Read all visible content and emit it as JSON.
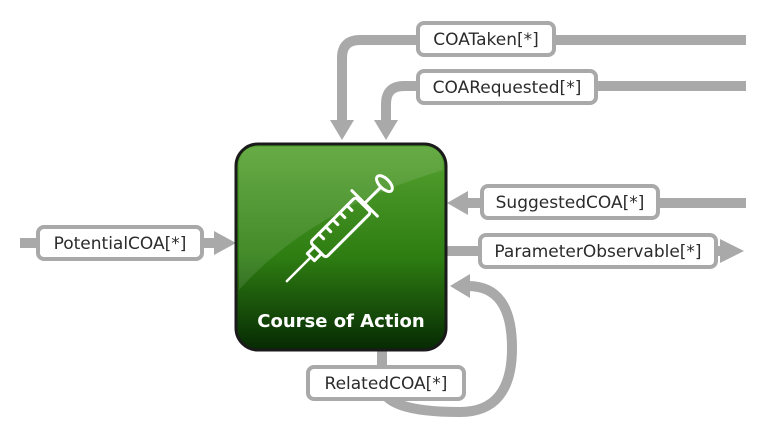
{
  "node": {
    "title": "Course of Action",
    "icon": "syringe-icon",
    "colors": {
      "top": "#57a332",
      "mid": "#2e7d12",
      "bottom": "#062a03",
      "border": "#1a1a1a"
    }
  },
  "connector_color": "#a9a9a9",
  "relationships": [
    {
      "id": "coa-taken",
      "label": "COATaken[*]",
      "direction": "incoming"
    },
    {
      "id": "coa-requested",
      "label": "COARequested[*]",
      "direction": "incoming"
    },
    {
      "id": "suggested-coa",
      "label": "SuggestedCOA[*]",
      "direction": "incoming"
    },
    {
      "id": "parameter-observable",
      "label": "ParameterObservable[*]",
      "direction": "outgoing"
    },
    {
      "id": "potential-coa",
      "label": "PotentialCOA[*]",
      "direction": "incoming"
    },
    {
      "id": "related-coa",
      "label": "RelatedCOA[*]",
      "direction": "self"
    }
  ]
}
